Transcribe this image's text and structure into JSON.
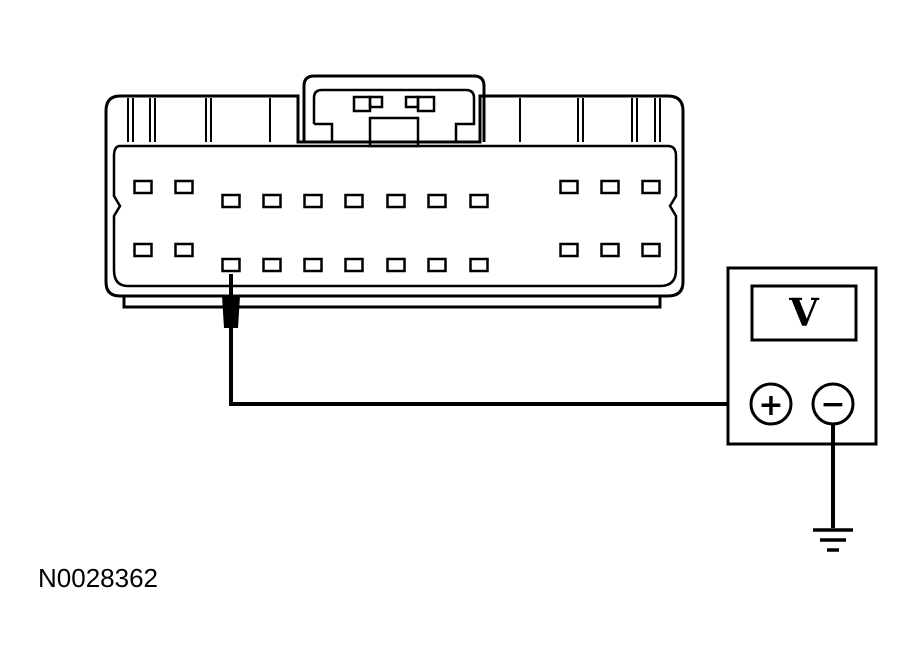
{
  "figure": {
    "id_label": "N0028362"
  },
  "connector": {
    "upper_row_pins": 12,
    "lower_row_pins": 12,
    "probed_pin": "lower-row-pin-3"
  },
  "voltmeter": {
    "unit_symbol": "V",
    "positive_symbol": "+",
    "negative_symbol": "−"
  },
  "ground": {
    "symbol": "ground-icon"
  },
  "colors": {
    "line": "#000000",
    "background": "#ffffff"
  }
}
